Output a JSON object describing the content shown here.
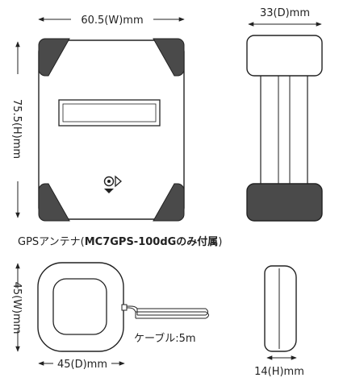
{
  "colors": {
    "stroke": "#222222",
    "corner_fill": "#4a4a4a",
    "body_fill": "#ffffff"
  },
  "receiver": {
    "width_label": "60.5(W)mm",
    "height_label": "75.5(H)mm",
    "depth_label": "33(D)mm"
  },
  "antenna": {
    "caption_prefix": "GPSアンテナ(",
    "caption_model": "MC7GPS-100dGのみ付属",
    "caption_suffix": ")",
    "width_label": "45(W)mm",
    "depth_label": "45(D)mm",
    "height_label": "14(H)mm",
    "cable_label": "ケーブル:5m"
  }
}
